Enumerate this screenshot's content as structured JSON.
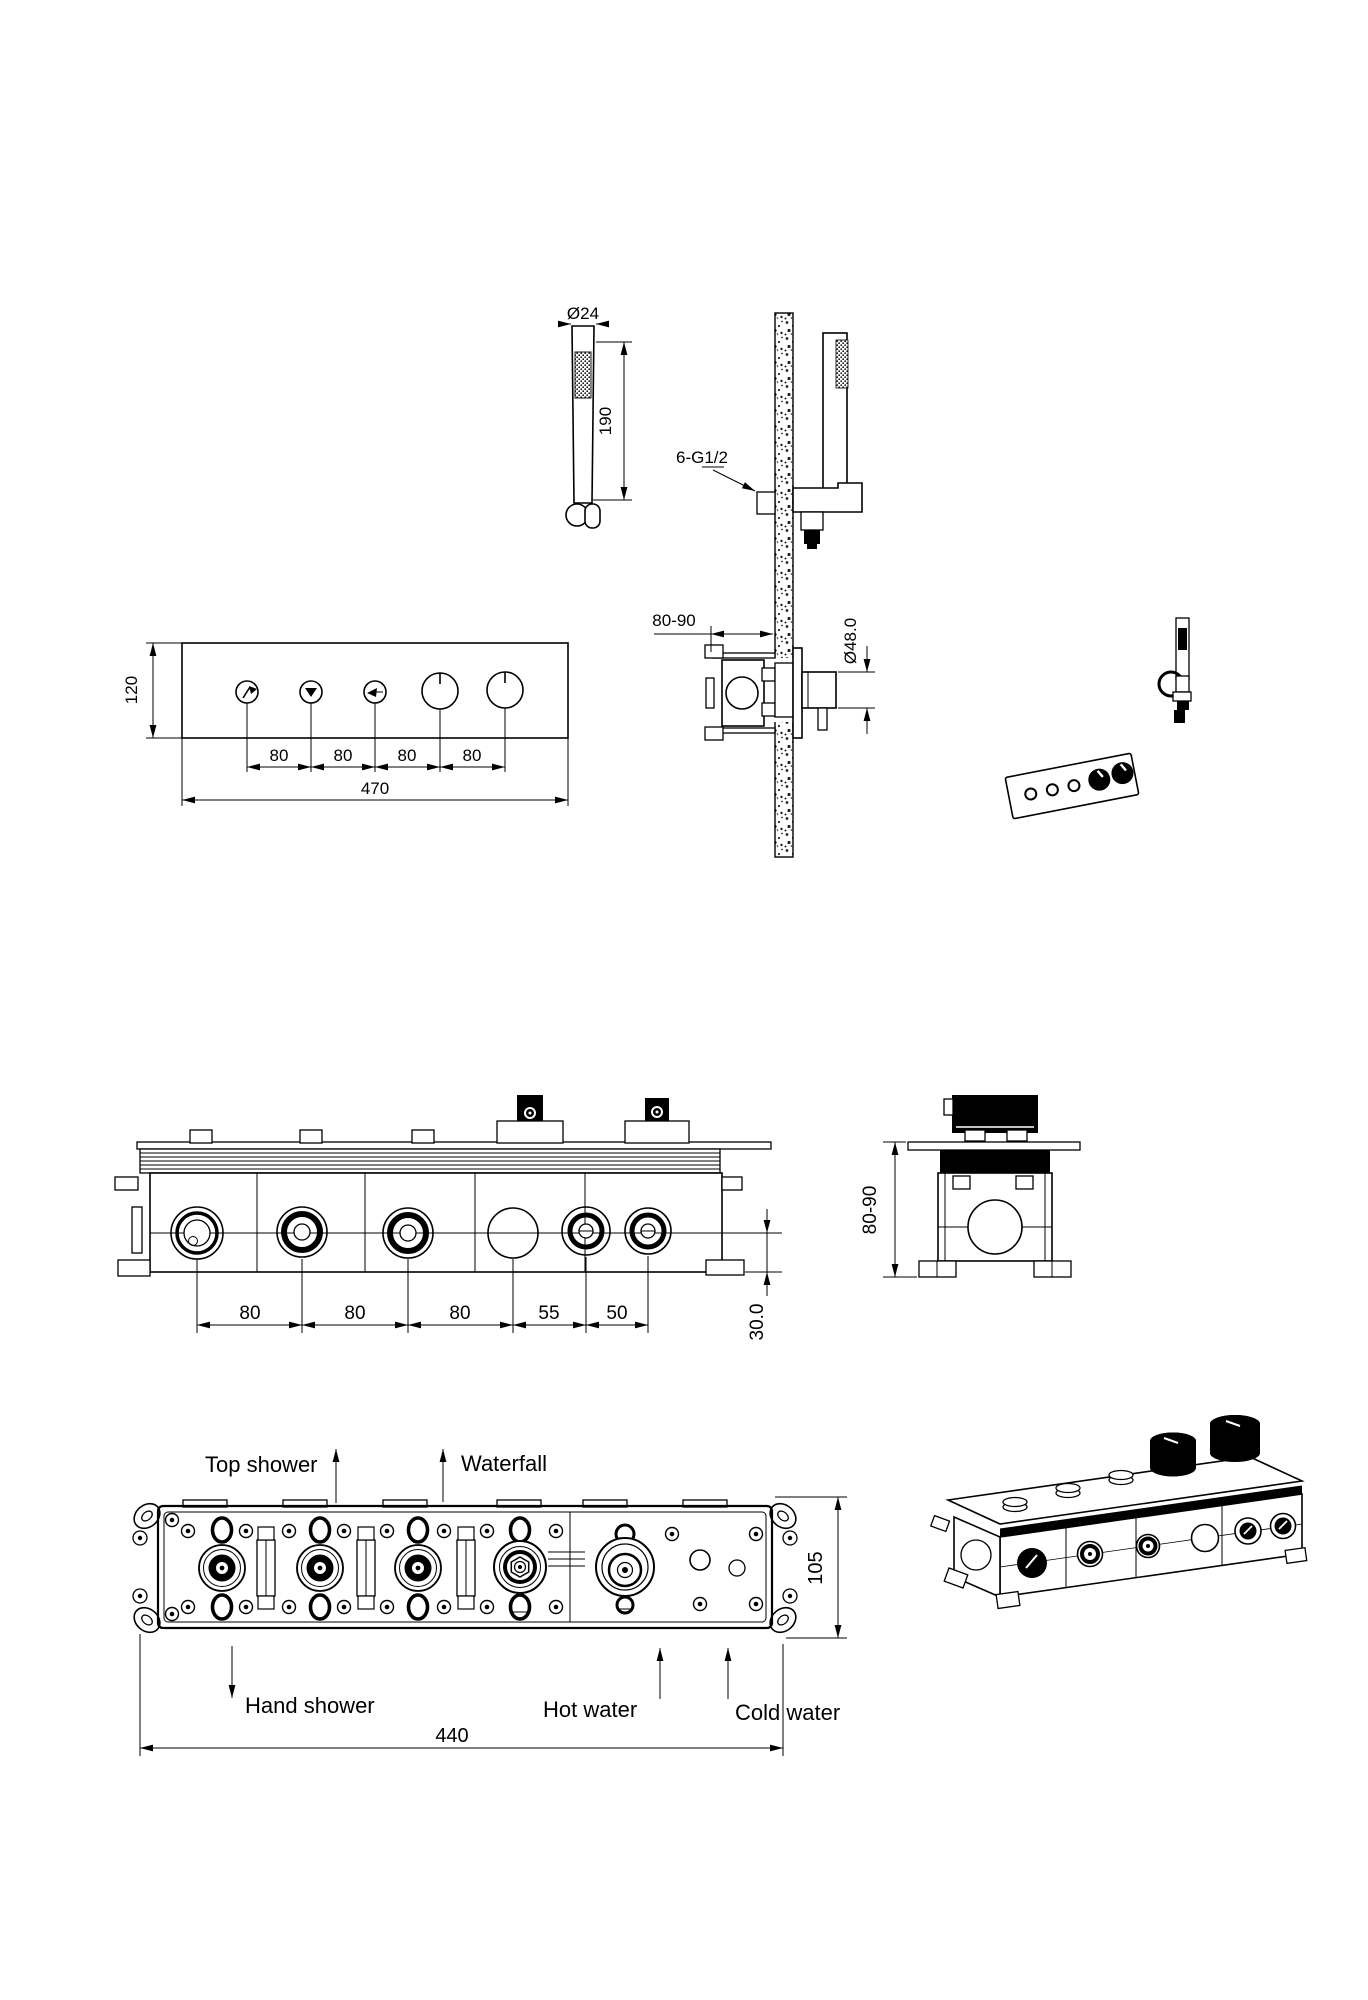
{
  "views": {
    "hand_shower_front": {
      "dia": "Ø24",
      "len": "190"
    },
    "wall_elevation": {
      "thread": "6-G1/2"
    },
    "wall_section": {
      "depth": "80-90",
      "knob_dia": "Ø48.0"
    },
    "trim_panel": {
      "height": "120",
      "width": "470",
      "spacings": [
        "80",
        "80",
        "80",
        "80"
      ]
    },
    "body_side_view": {
      "spacings": [
        "80",
        "80",
        "80",
        "55",
        "50"
      ],
      "port_offset": "30.0"
    },
    "body_end_view": {
      "depth": "80-90"
    },
    "rough_in_front": {
      "labels": {
        "top_shower": "Top shower",
        "waterfall": "Waterfall",
        "hand_shower": "Hand shower",
        "hot_water": "Hot water",
        "cold_water": "Cold water"
      },
      "height": "105",
      "width": "440"
    }
  },
  "colors": {
    "line": "#000000",
    "background": "#ffffff"
  }
}
